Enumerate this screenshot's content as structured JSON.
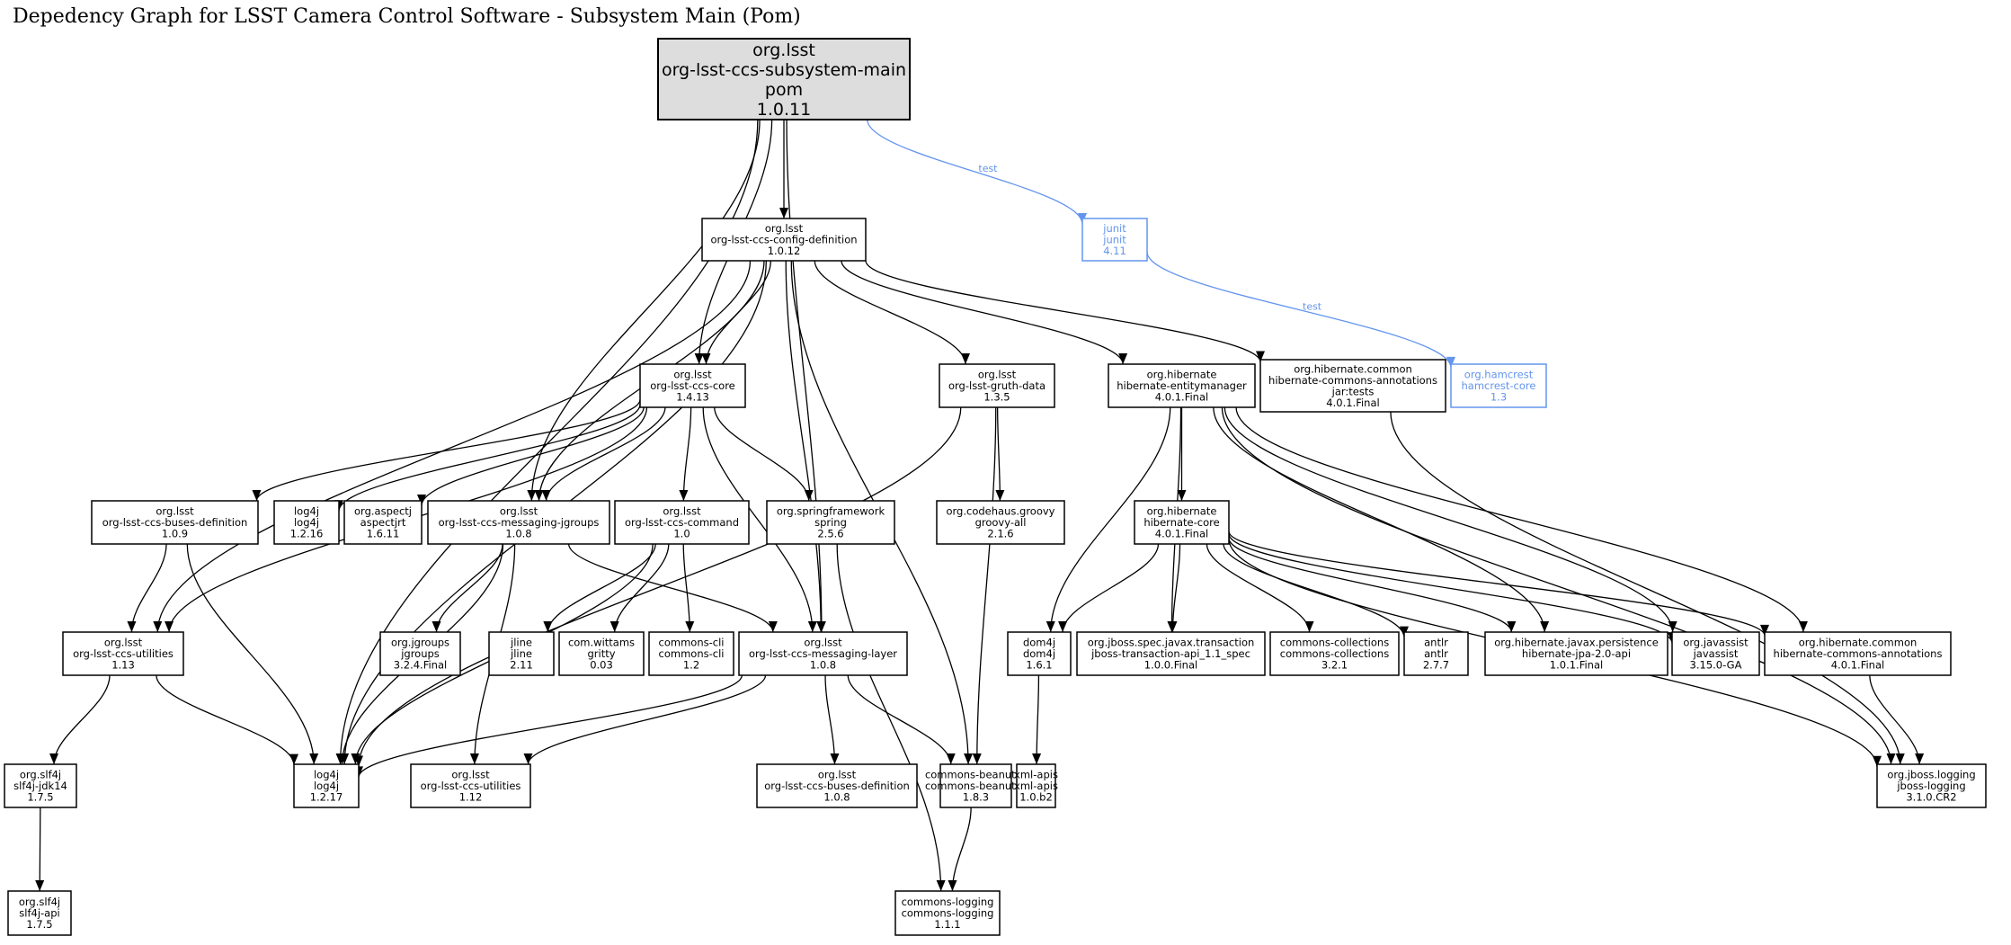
{
  "title": "Depedency Graph for LSST Camera Control Software - Subsystem Main (Pom)",
  "colors": {
    "test_edge": "#6495ed",
    "root_fill": "#dddddd",
    "edge": "#000000"
  },
  "nodes": [
    {
      "id": "root",
      "lines": [
        "org.lsst",
        "org-lsst-ccs-subsystem-main",
        "pom",
        "1.0.11"
      ],
      "kind": "root"
    },
    {
      "id": "config",
      "lines": [
        "org.lsst",
        "org-lsst-ccs-config-definition",
        "1.0.12"
      ]
    },
    {
      "id": "junit",
      "lines": [
        "junit",
        "junit",
        "4.11"
      ],
      "kind": "test"
    },
    {
      "id": "core",
      "lines": [
        "org.lsst",
        "org-lsst-ccs-core",
        "1.4.13"
      ]
    },
    {
      "id": "gruth",
      "lines": [
        "org.lsst",
        "org-lsst-gruth-data",
        "1.3.5"
      ]
    },
    {
      "id": "entitymanager",
      "lines": [
        "org.hibernate",
        "hibernate-entitymanager",
        "4.0.1.Final"
      ]
    },
    {
      "id": "annot_tests",
      "lines": [
        "org.hibernate.common",
        "hibernate-commons-annotations",
        "jar:tests",
        "4.0.1.Final"
      ]
    },
    {
      "id": "hamcrest",
      "lines": [
        "org.hamcrest",
        "hamcrest-core",
        "1.3"
      ],
      "kind": "test"
    },
    {
      "id": "busesdef109",
      "lines": [
        "org.lsst",
        "org-lsst-ccs-buses-definition",
        "1.0.9"
      ]
    },
    {
      "id": "log4j1216",
      "lines": [
        "log4j",
        "log4j",
        "1.2.16"
      ]
    },
    {
      "id": "aspectj",
      "lines": [
        "org.aspectj",
        "aspectjrt",
        "1.6.11"
      ]
    },
    {
      "id": "msgjgroups",
      "lines": [
        "org.lsst",
        "org-lsst-ccs-messaging-jgroups",
        "1.0.8"
      ]
    },
    {
      "id": "command",
      "lines": [
        "org.lsst",
        "org-lsst-ccs-command",
        "1.0"
      ]
    },
    {
      "id": "spring",
      "lines": [
        "org.springframework",
        "spring",
        "2.5.6"
      ]
    },
    {
      "id": "groovy",
      "lines": [
        "org.codehaus.groovy",
        "groovy-all",
        "2.1.6"
      ]
    },
    {
      "id": "hibcore",
      "lines": [
        "org.hibernate",
        "hibernate-core",
        "4.0.1.Final"
      ]
    },
    {
      "id": "util113",
      "lines": [
        "org.lsst",
        "org-lsst-ccs-utilities",
        "1.13"
      ]
    },
    {
      "id": "jgroups",
      "lines": [
        "org.jgroups",
        "jgroups",
        "3.2.4.Final"
      ]
    },
    {
      "id": "jline",
      "lines": [
        "jline",
        "jline",
        "2.11"
      ]
    },
    {
      "id": "gritty",
      "lines": [
        "com.wittams",
        "gritty",
        "0.03"
      ]
    },
    {
      "id": "cli",
      "lines": [
        "commons-cli",
        "commons-cli",
        "1.2"
      ]
    },
    {
      "id": "msglayer",
      "lines": [
        "org.lsst",
        "org-lsst-ccs-messaging-layer",
        "1.0.8"
      ]
    },
    {
      "id": "dom4j",
      "lines": [
        "dom4j",
        "dom4j",
        "1.6.1"
      ]
    },
    {
      "id": "jbosstx",
      "lines": [
        "org.jboss.spec.javax.transaction",
        "jboss-transaction-api_1.1_spec",
        "1.0.0.Final"
      ]
    },
    {
      "id": "collections",
      "lines": [
        "commons-collections",
        "commons-collections",
        "3.2.1"
      ]
    },
    {
      "id": "antlr",
      "lines": [
        "antlr",
        "antlr",
        "2.7.7"
      ]
    },
    {
      "id": "jpa",
      "lines": [
        "org.hibernate.javax.persistence",
        "hibernate-jpa-2.0-api",
        "1.0.1.Final"
      ]
    },
    {
      "id": "javassist",
      "lines": [
        "org.javassist",
        "javassist",
        "3.15.0-GA"
      ]
    },
    {
      "id": "annot",
      "lines": [
        "org.hibernate.common",
        "hibernate-commons-annotations",
        "4.0.1.Final"
      ]
    },
    {
      "id": "slf4jjdk",
      "lines": [
        "org.slf4j",
        "slf4j-jdk14",
        "1.7.5"
      ]
    },
    {
      "id": "log4j1217",
      "lines": [
        "log4j",
        "log4j",
        "1.2.17"
      ]
    },
    {
      "id": "util112",
      "lines": [
        "org.lsst",
        "org-lsst-ccs-utilities",
        "1.12"
      ]
    },
    {
      "id": "busesdef108",
      "lines": [
        "org.lsst",
        "org-lsst-ccs-buses-definition",
        "1.0.8"
      ]
    },
    {
      "id": "beanutils",
      "lines": [
        "commons-beanutils",
        "commons-beanutils",
        "1.8.3"
      ]
    },
    {
      "id": "xmlapis",
      "lines": [
        "xml-apis",
        "xml-apis",
        "1.0.b2"
      ]
    },
    {
      "id": "jbosslogging",
      "lines": [
        "org.jboss.logging",
        "jboss-logging",
        "3.1.0.CR2"
      ]
    },
    {
      "id": "slf4japi",
      "lines": [
        "org.slf4j",
        "slf4j-api",
        "1.7.5"
      ]
    },
    {
      "id": "commonslogging",
      "lines": [
        "commons-logging",
        "commons-logging",
        "1.1.1"
      ]
    }
  ],
  "edges": [
    {
      "from": "root",
      "to": "config"
    },
    {
      "from": "root",
      "to": "core"
    },
    {
      "from": "root",
      "to": "msgjgroups"
    },
    {
      "from": "root",
      "to": "msglayer"
    },
    {
      "from": "root",
      "to": "log4j1217"
    },
    {
      "from": "root",
      "to": "junit",
      "label": "test",
      "kind": "test"
    },
    {
      "from": "junit",
      "to": "hamcrest",
      "label": "test",
      "kind": "test"
    },
    {
      "from": "config",
      "to": "core"
    },
    {
      "from": "config",
      "to": "gruth"
    },
    {
      "from": "config",
      "to": "entitymanager"
    },
    {
      "from": "config",
      "to": "annot_tests"
    },
    {
      "from": "config",
      "to": "msgjgroups"
    },
    {
      "from": "config",
      "to": "msglayer"
    },
    {
      "from": "config",
      "to": "util113"
    },
    {
      "from": "config",
      "to": "log4j1217"
    },
    {
      "from": "config",
      "to": "beanutils"
    },
    {
      "from": "core",
      "to": "busesdef109"
    },
    {
      "from": "core",
      "to": "log4j1216"
    },
    {
      "from": "core",
      "to": "aspectj"
    },
    {
      "from": "core",
      "to": "msgjgroups"
    },
    {
      "from": "core",
      "to": "command"
    },
    {
      "from": "core",
      "to": "spring"
    },
    {
      "from": "core",
      "to": "msglayer"
    },
    {
      "from": "core",
      "to": "util113"
    },
    {
      "from": "gruth",
      "to": "groovy"
    },
    {
      "from": "gruth",
      "to": "beanutils"
    },
    {
      "from": "gruth",
      "to": "log4j1217"
    },
    {
      "from": "entitymanager",
      "to": "hibcore"
    },
    {
      "from": "entitymanager",
      "to": "dom4j"
    },
    {
      "from": "entitymanager",
      "to": "jbosstx"
    },
    {
      "from": "entitymanager",
      "to": "jpa"
    },
    {
      "from": "entitymanager",
      "to": "javassist"
    },
    {
      "from": "entitymanager",
      "to": "annot"
    },
    {
      "from": "entitymanager",
      "to": "jbosslogging"
    },
    {
      "from": "annot_tests",
      "to": "jbosslogging"
    },
    {
      "from": "busesdef109",
      "to": "util113"
    },
    {
      "from": "busesdef109",
      "to": "log4j1217"
    },
    {
      "from": "msgjgroups",
      "to": "jgroups"
    },
    {
      "from": "msgjgroups",
      "to": "msglayer"
    },
    {
      "from": "msgjgroups",
      "to": "log4j1217"
    },
    {
      "from": "msgjgroups",
      "to": "util112"
    },
    {
      "from": "command",
      "to": "jline"
    },
    {
      "from": "command",
      "to": "gritty"
    },
    {
      "from": "command",
      "to": "cli"
    },
    {
      "from": "command",
      "to": "log4j1217"
    },
    {
      "from": "spring",
      "to": "commonslogging"
    },
    {
      "from": "hibcore",
      "to": "dom4j"
    },
    {
      "from": "hibcore",
      "to": "jbosstx"
    },
    {
      "from": "hibcore",
      "to": "collections"
    },
    {
      "from": "hibcore",
      "to": "antlr"
    },
    {
      "from": "hibcore",
      "to": "jpa"
    },
    {
      "from": "hibcore",
      "to": "javassist"
    },
    {
      "from": "hibcore",
      "to": "annot"
    },
    {
      "from": "hibcore",
      "to": "jbosslogging"
    },
    {
      "from": "util113",
      "to": "slf4jjdk"
    },
    {
      "from": "util113",
      "to": "log4j1217"
    },
    {
      "from": "msglayer",
      "to": "log4j1217"
    },
    {
      "from": "msglayer",
      "to": "util112"
    },
    {
      "from": "msglayer",
      "to": "busesdef108"
    },
    {
      "from": "msglayer",
      "to": "beanutils"
    },
    {
      "from": "dom4j",
      "to": "xmlapis"
    },
    {
      "from": "annot",
      "to": "jbosslogging"
    },
    {
      "from": "slf4jjdk",
      "to": "slf4japi"
    },
    {
      "from": "beanutils",
      "to": "commonslogging"
    }
  ]
}
